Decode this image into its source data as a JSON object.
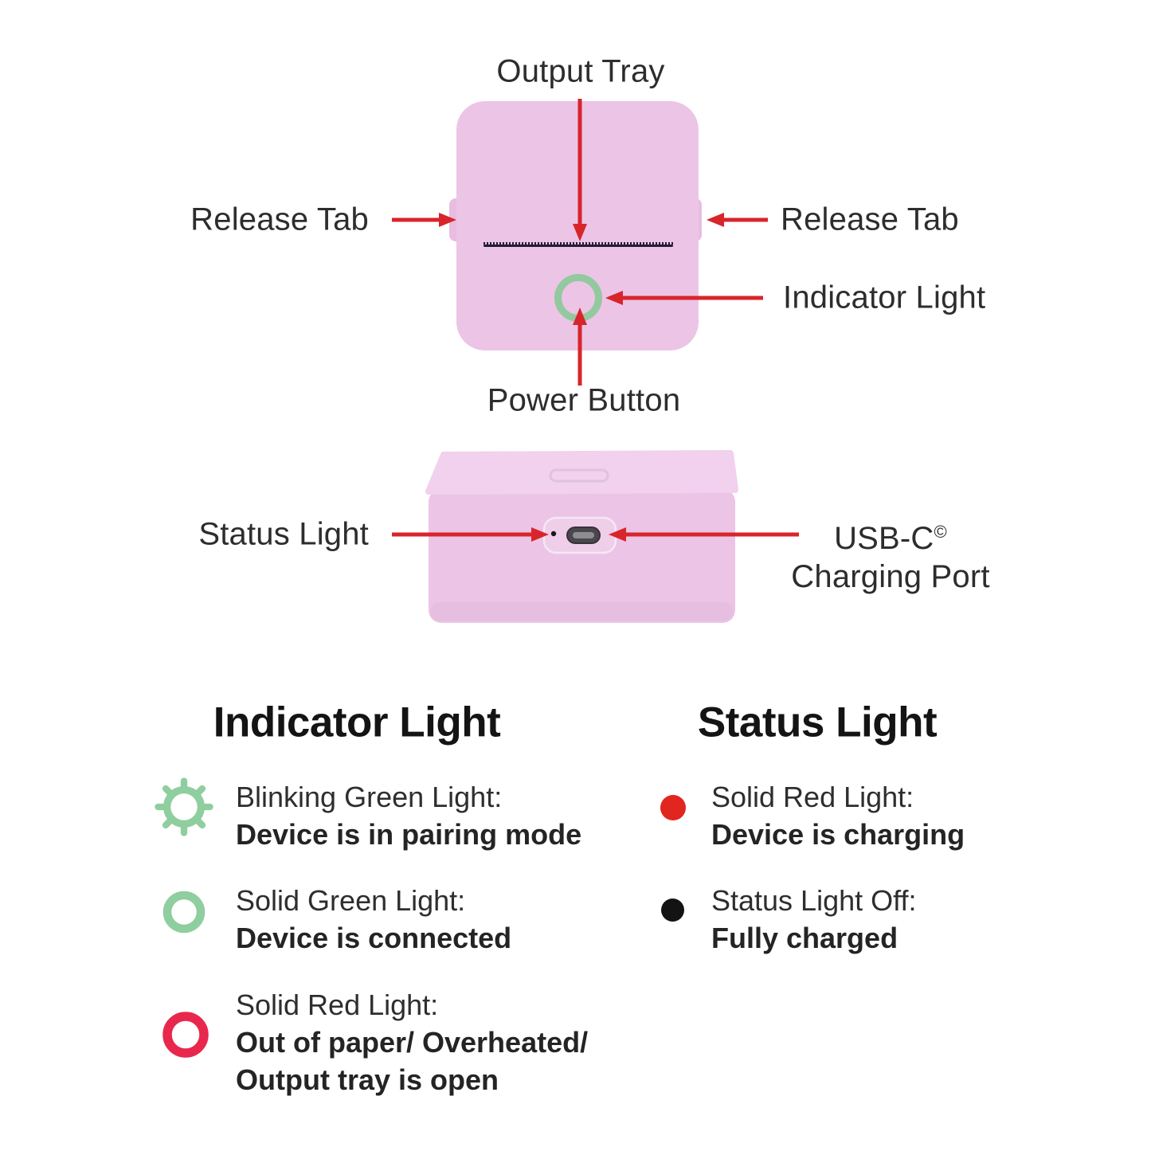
{
  "colors": {
    "pink": "#ecc4e6",
    "pink_top_face": "#f1d1ed",
    "arrow_red": "#d8252b",
    "device_green": "#92c99e",
    "legend_green": "#8fce9e",
    "legend_red_ring": "#e8274d",
    "status_red_dot": "#e1251f",
    "black_dot": "#131313",
    "tear_line": "#241c34",
    "text": "#2b2b2b"
  },
  "callouts": {
    "output_tray": "Output Tray",
    "release_tab_left": "Release Tab",
    "release_tab_right": "Release Tab",
    "indicator_light": "Indicator Light",
    "power_button": "Power Button",
    "status_light": "Status Light",
    "usb_c": "USB-C",
    "usb_c_sup": "©",
    "usb_c_line2": "Charging Port"
  },
  "legend": {
    "indicator": {
      "title": "Indicator Light",
      "items": [
        {
          "icon": "blinking-green-ring",
          "label": "Blinking Green Light:",
          "desc": "Device is in pairing mode"
        },
        {
          "icon": "solid-green-ring",
          "label": "Solid Green Light:",
          "desc": "Device is connected"
        },
        {
          "icon": "solid-red-ring",
          "label": "Solid Red Light:",
          "desc": "Out of paper/ Overheated/",
          "desc2": "Output tray is open"
        }
      ]
    },
    "status": {
      "title": "Status Light",
      "items": [
        {
          "icon": "solid-red-dot",
          "label": "Solid Red Light:",
          "desc": "Device is charging"
        },
        {
          "icon": "black-dot",
          "label": "Status Light Off:",
          "desc": "Fully charged"
        }
      ]
    }
  }
}
